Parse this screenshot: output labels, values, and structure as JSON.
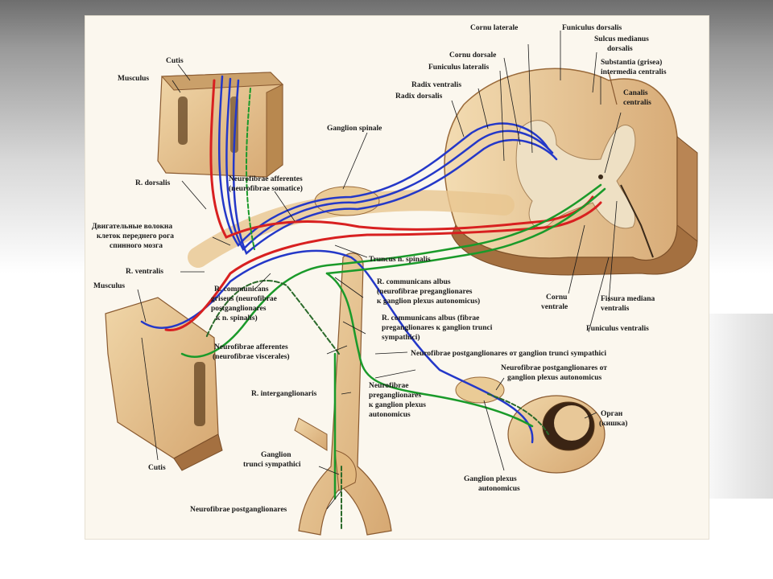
{
  "diagram": {
    "labels": {
      "cutis_top": "Cutis",
      "musculus_top": "Musculus",
      "r_dorsalis": "R. dorsalis",
      "motor_fibers": [
        "Двигательные волокна",
        "клеток переднего рога",
        "спинного мозга"
      ],
      "r_ventralis": "R. ventralis",
      "musculus_bottom": "Musculus",
      "cutis_bottom": "Cutis",
      "ganglion_spinale": "Ganglion spinale",
      "afferent_somatic": [
        "Neurofibrae afferentes",
        "(neurofibrae somatice)"
      ],
      "radix_dorsalis": "Radix dorsalis",
      "radix_ventralis": "Radix ventralis",
      "funiculus_lateralis": "Funiculus lateralis",
      "cornu_dorsale": "Cornu dorsale",
      "cornu_laterale": "Cornu laterale",
      "funiculus_dorsalis": "Funiculus dorsalis",
      "sulcus_medianus": [
        "Sulcus medianus",
        "dorsalis"
      ],
      "substantia_intermedia": [
        "Substantia (grisea)",
        "intermedia centralis"
      ],
      "canalis_centralis": [
        "Canalis",
        "centralis"
      ],
      "truncus": "Truncus n. spinalis",
      "r_comm_griseus": [
        "R. communicans",
        "griseus (neurofibrae",
        "postganglionares",
        "к n. spinalis)"
      ],
      "r_comm_albus_1": [
        "R. communicans albus",
        "(neurofibrae preganglionares",
        "к ganglion plexus autonomicus)"
      ],
      "r_comm_albus_2": [
        "R. communicans albus (fibrae",
        "preganglionares к ganglion trunci",
        "sympathici)"
      ],
      "cornu_ventrale": [
        "Cornu",
        "ventrale"
      ],
      "fissura_mediana": [
        "Fissura mediana",
        "ventralis"
      ],
      "funiculus_ventralis": "Funiculus ventralis",
      "afferent_visceral": [
        "Neurofibrae afferentes",
        "(neurofibrae viscerales)"
      ],
      "postgangl_trunci": "Neurofibrae postganglionares от ganglion trunci sympathici",
      "postgangl_plexus": [
        "Neurofibrae postganglionares от",
        "ganglion plexus autonomicus"
      ],
      "pregangl_plexus": [
        "Neurofibrae",
        "preganglionares",
        "к ganglion plexus",
        "autonomicus"
      ],
      "r_interganglionaris": "R. interganglionaris",
      "organ": [
        "Орган",
        "(кишка)"
      ],
      "ganglion_trunci": [
        "Ganglion",
        "trunci sympathici"
      ],
      "ganglion_plexus": [
        "Ganglion plexus",
        "autonomicus"
      ],
      "neurofibrae_postgangl": "Neurofibrae postganglionares"
    },
    "colors": {
      "tissue": "#e9c896",
      "tissue_dark": "#c99a64",
      "afferent": "#2438c8",
      "motor": "#d82020",
      "preganglionic": "#1a9a2a",
      "postganglionic": "#2a6a2a"
    }
  }
}
